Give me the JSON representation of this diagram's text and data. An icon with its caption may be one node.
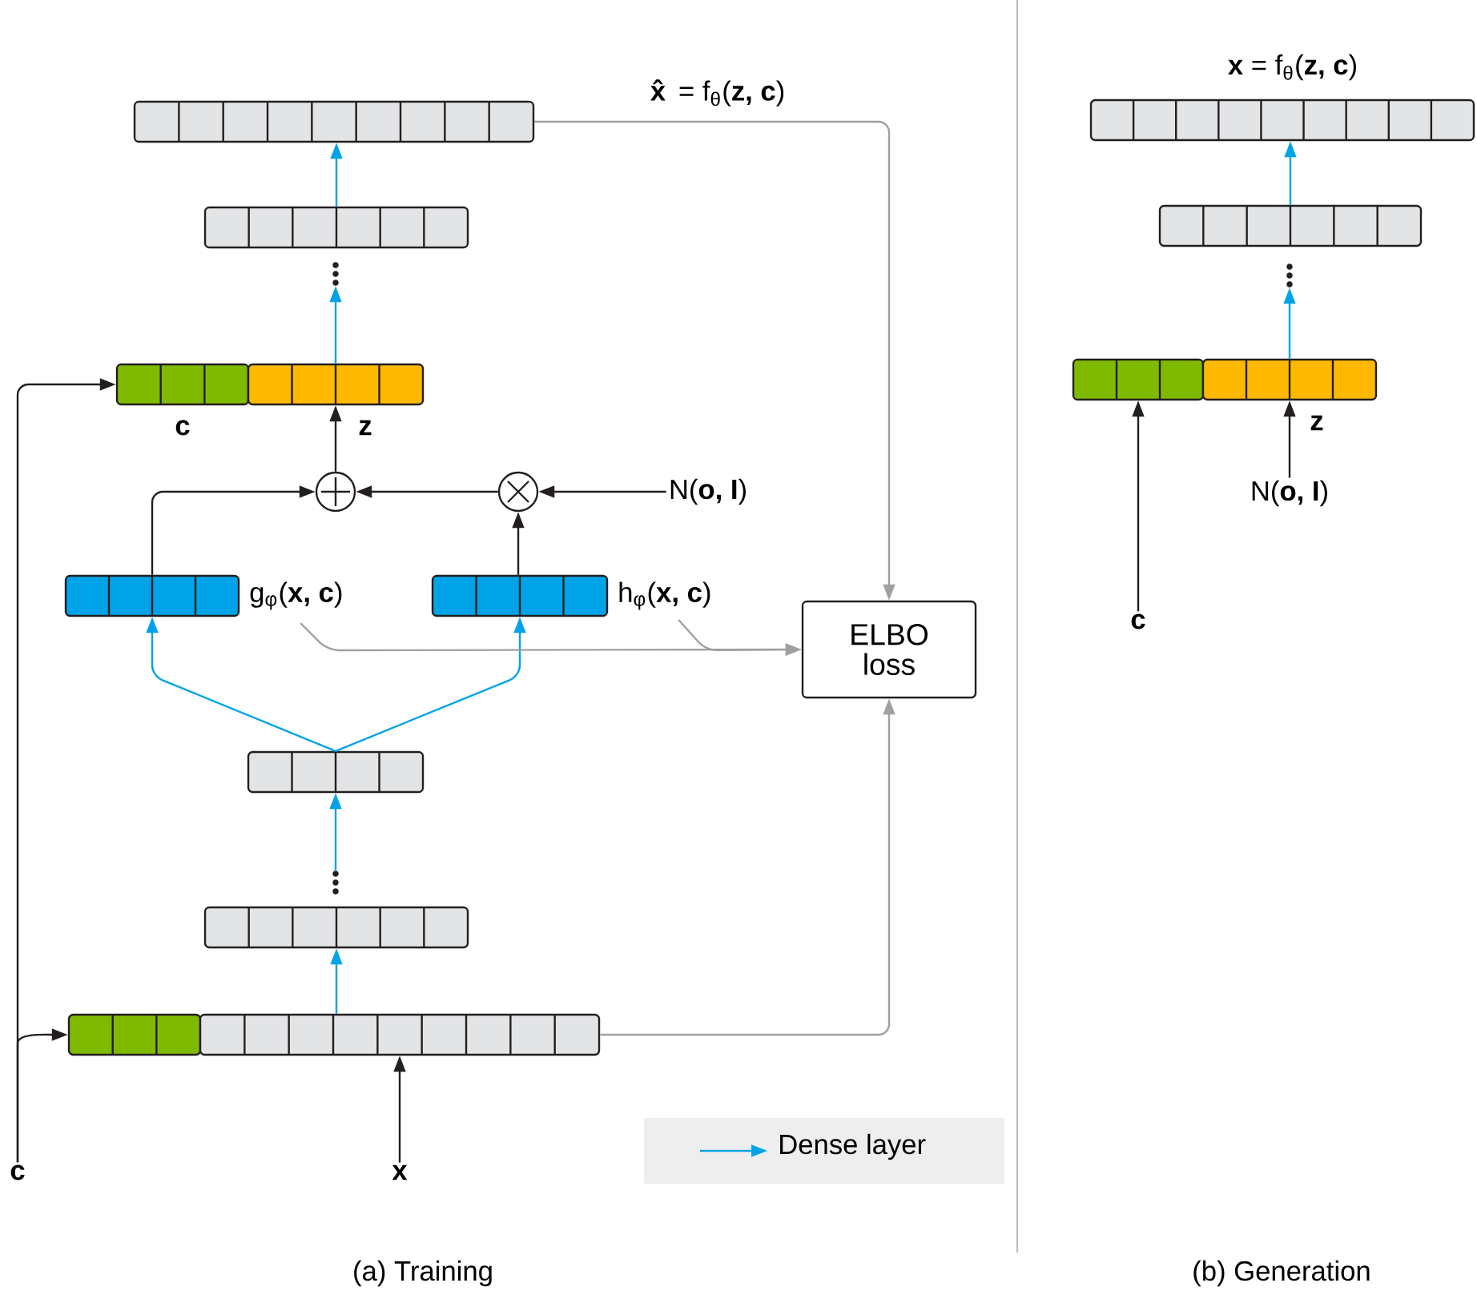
{
  "diagram": {
    "nodes": [
      {
        "text": [],
        "shape": "bar"
      },
      {
        "text": [],
        "shape": "bar"
      },
      {
        "text": [],
        "shape": "dots"
      },
      {
        "text": [],
        "shape": "bar",
        "beside": [
          "c"
        ]
      },
      {
        "text": [],
        "shape": "bar",
        "beside": [
          "z"
        ]
      },
      {
        "text": [],
        "shape": "circle"
      },
      {
        "text": [],
        "shape": "circle"
      },
      {
        "text": [
          "N(**o, I**)"
        ]
      },
      {
        "text": [],
        "shape": "bar",
        "beside": [
          "g$_{φ}$(**x, c**)"
        ]
      },
      {
        "text": [],
        "shape": "bar",
        "beside": [
          "h$_{φ}$(**x, c**)"
        ]
      },
      {
        "text": [
          "ELBO loss"
        ]
      },
      {
        "text": [],
        "shape": "bar"
      },
      {
        "text": [],
        "shape": "dots"
      },
      {
        "text": [],
        "shape": "bar"
      },
      {
        "text": [],
        "shape": "bar"
      },
      {
        "text": [],
        "shape": "bar"
      },
      {
        "text": [
          "c"
        ]
      },
      {
        "text": [
          "x"
        ]
      },
      {
        "text": [],
        "shape": "bar",
        "beside": [
          "**x** = f$_{θ}$(**z, c**)"
        ]
      },
      {
        "text": [],
        "shape": "bar"
      },
      {
        "text": [],
        "shape": "dots"
      },
      {
        "text": [],
        "shape": "bar"
      },
      {
        "text": [],
        "shape": "bar",
        "beside": [
          "z"
        ]
      },
      {
        "text": [
          "N(**o, I**)"
        ]
      },
      {
        "text": [
          "c"
        ]
      }
    ],
    "edges": [
      {
        "from": 4,
        "to": 2,
        "arrow": "to",
        "color": "#00a3e8"
      },
      {
        "from": 1,
        "to": 0,
        "arrow": "to",
        "color": "#00a3e8"
      },
      {
        "from": 5,
        "to": 4,
        "arrow": "to"
      },
      {
        "from": 6,
        "to": 5,
        "arrow": "to"
      },
      {
        "from": 7,
        "to": 6,
        "arrow": "to"
      },
      {
        "from": 8,
        "to": 5,
        "arrow": "to"
      },
      {
        "from": 9,
        "to": 6,
        "arrow": "to"
      },
      {
        "from": 11,
        "to": 8,
        "arrow": "to",
        "color": "#00a3e8"
      },
      {
        "from": 11,
        "to": 9,
        "arrow": "to",
        "color": "#00a3e8"
      },
      {
        "from": 12,
        "to": 11,
        "arrow": "to",
        "color": "#00a3e8"
      },
      {
        "from": 15,
        "to": 13,
        "arrow": "to",
        "color": "#00a3e8"
      },
      {
        "from": 16,
        "to": 3,
        "arrow": "to"
      },
      {
        "from": 16,
        "to": 14,
        "arrow": "to"
      },
      {
        "from": 17,
        "to": 15,
        "arrow": "to"
      },
      {
        "from": 15,
        "to": 10,
        "arrow": "to",
        "color": "#a0a0a0"
      },
      {
        "from": 0,
        "to": 10,
        "arrow": "to",
        "color": "#a0a0a0",
        "label": "**x̂** = f$_{θ}$(**z, c**)"
      },
      {
        "from": 8,
        "to": 10,
        "arrow": "to",
        "color": "#a0a0a0"
      },
      {
        "from": 9,
        "to": 10,
        "arrow": "to",
        "color": "#a0a0a0"
      },
      {
        "from": 22,
        "to": 20,
        "arrow": "to",
        "color": "#00a3e8"
      },
      {
        "from": 19,
        "to": 18,
        "arrow": "to",
        "color": "#00a3e8"
      },
      {
        "from": 23,
        "to": 22,
        "arrow": "to"
      },
      {
        "from": 24,
        "to": 21,
        "arrow": "to"
      }
    ],
    "labels": [
      "(a) Training",
      "(b) Generation"
    ],
    "legend": [
      {
        "text": "Dense layer"
      }
    ]
  }
}
